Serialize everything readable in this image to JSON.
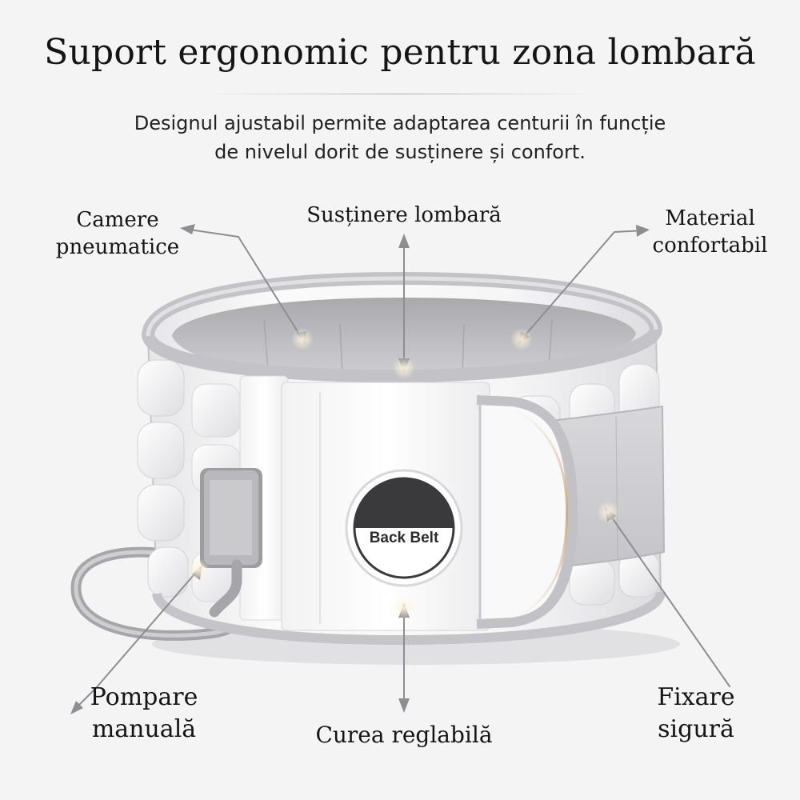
{
  "title": "Suport ergonomic pentru zona lombară",
  "subtitle": {
    "line1": "Designul ajustabil permite adaptarea centurii în funcție",
    "line2": "de nivelul dorit de susținere și confort."
  },
  "labels": {
    "camere": {
      "line1": "Camere",
      "line2": "pneumatice"
    },
    "sustinere": "Susținere lombară",
    "material": {
      "line1": "Material",
      "line2": "confortabil"
    },
    "pompare": {
      "line1": "Pompare",
      "line2": "manuală"
    },
    "curea": "Curea reglabilă",
    "fixare": {
      "line1": "Fixare",
      "line2": "sigură"
    }
  },
  "badge": {
    "text": "Back Belt"
  },
  "colors": {
    "background": "#f4f4f4",
    "belt_white": "#fbfbfb",
    "belt_gray": "#c9c9cc",
    "inner_gray": "#b9b9bd",
    "badge_dark": "#3a3a3c",
    "accent_gold": "#c8a97f",
    "arrow_gray": "#8d8d92"
  }
}
